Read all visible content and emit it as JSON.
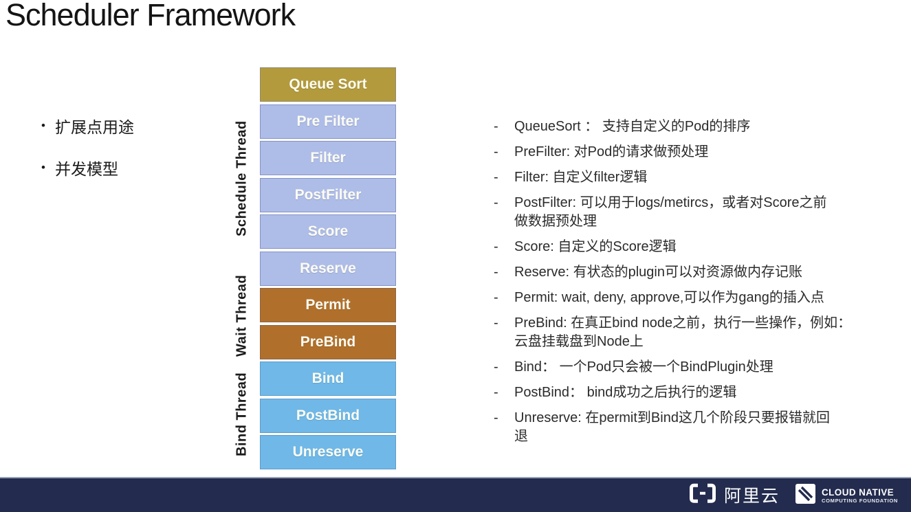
{
  "slide": {
    "title": "Scheduler Framework"
  },
  "bullets": {
    "marker": "•",
    "items": [
      {
        "label": "扩展点用途"
      },
      {
        "label": "并发模型"
      }
    ]
  },
  "stack": {
    "phases": [
      {
        "label": "Queue Sort",
        "group": "sort",
        "color": "#B39A3D"
      },
      {
        "label": "Pre Filter",
        "group": "schedule",
        "color": "#AEBCE8"
      },
      {
        "label": "Filter",
        "group": "schedule",
        "color": "#AEBCE8"
      },
      {
        "label": "PostFilter",
        "group": "schedule",
        "color": "#AEBCE8"
      },
      {
        "label": "Score",
        "group": "schedule",
        "color": "#AEBCE8"
      },
      {
        "label": "Reserve",
        "group": "schedule",
        "color": "#AEBCE8"
      },
      {
        "label": "Permit",
        "group": "wait",
        "color": "#B0702C"
      },
      {
        "label": "PreBind",
        "group": "wait",
        "color": "#B0702C"
      },
      {
        "label": "Bind",
        "group": "bind",
        "color": "#6FB8E8"
      },
      {
        "label": "PostBind",
        "group": "bind",
        "color": "#6FB8E8"
      },
      {
        "label": "Unreserve",
        "group": "bind",
        "color": "#6FB8E8"
      }
    ],
    "thread_labels": [
      {
        "label": "Schedule Thread"
      },
      {
        "label": "Wait Thread"
      },
      {
        "label": "Bind Thread"
      }
    ]
  },
  "extension_points": {
    "marker": "-",
    "items": [
      "QueueSort ： 支持自定义的Pod的排序",
      "PreFilter: 对Pod的请求做预处理",
      "Filter: 自定义filter逻辑",
      "PostFilter: 可以用于logs/metircs，或者对Score之前\n做数据预处理",
      "Score: 自定义的Score逻辑",
      "Reserve: 有状态的plugin可以对资源做内存记账",
      "Permit: wait, deny, approve,可以作为gang的插入点",
      "PreBind: 在真正bind node之前，执行一些操作，例如：\n云盘挂载盘到Node上",
      "Bind： 一个Pod只会被一个BindPlugin处理",
      "PostBind： bind成功之后执行的逻辑",
      "Unreserve: 在permit到Bind这几个阶段只要报错就回\n退"
    ]
  },
  "footer": {
    "bar_color": "#232C4E",
    "alibaba_label": "阿里云",
    "cncf_line1": "CLOUD NATIVE",
    "cncf_line2": "COMPUTING FOUNDATION"
  }
}
